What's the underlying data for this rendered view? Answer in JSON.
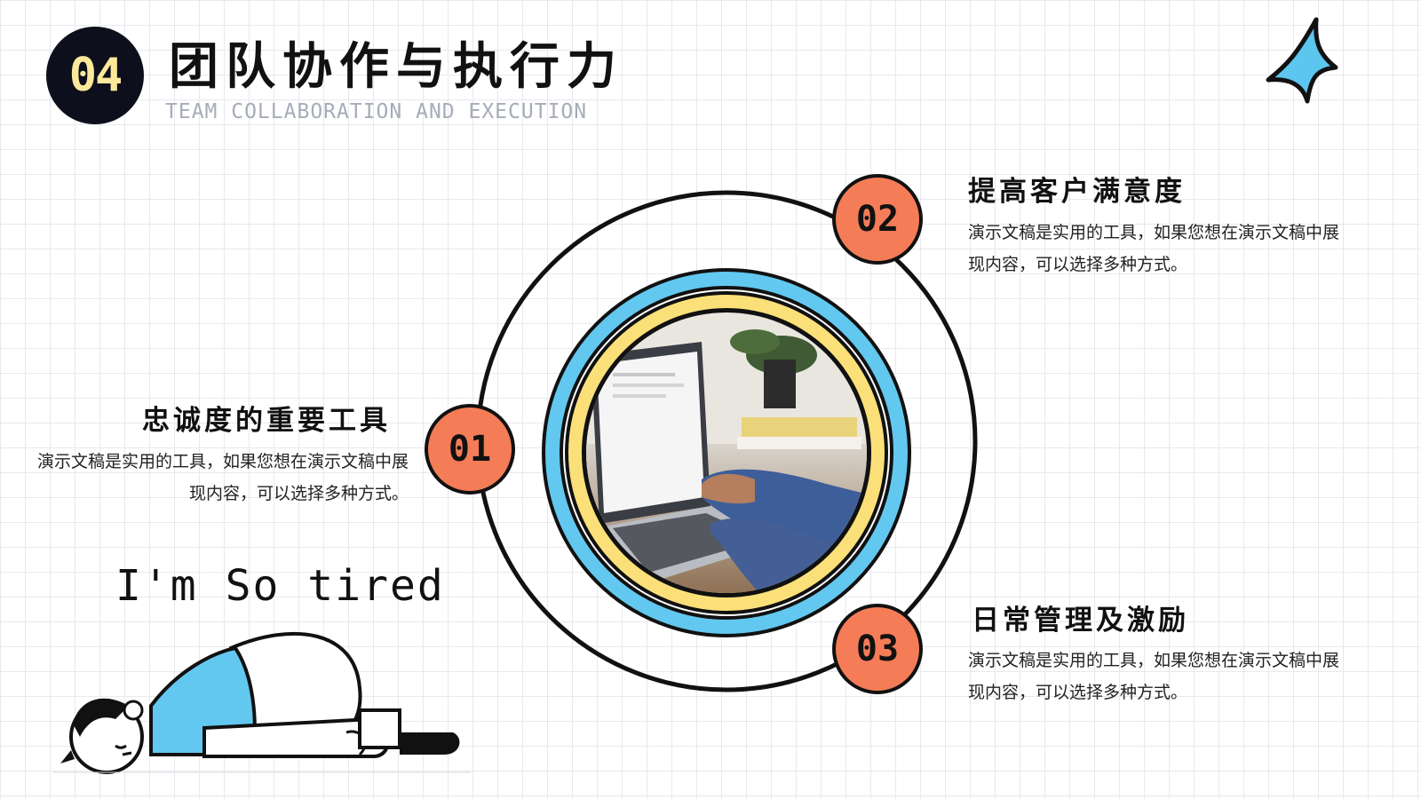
{
  "header": {
    "badge_number": "04",
    "title": "团队协作与执行力",
    "subtitle": "TEAM COLLABORATION AND EXECUTION"
  },
  "points": [
    {
      "number": "01",
      "title": "忠诚度的重要工具",
      "desc": "演示文稿是实用的工具，如果您想在演示文稿中展现内容，可以选择多种方式。"
    },
    {
      "number": "02",
      "title": "提高客户满意度",
      "desc": "演示文稿是实用的工具，如果您想在演示文稿中展现内容，可以选择多种方式。"
    },
    {
      "number": "03",
      "title": "日常管理及激励",
      "desc": "演示文稿是实用的工具，如果您想在演示文稿中展现内容，可以选择多种方式。"
    }
  ],
  "illustration": {
    "caption": "I'm  So tired"
  },
  "icons": {
    "sparkle": "sparkle-icon",
    "photo": "laptop-photo"
  },
  "colors": {
    "accent_orange": "#f47c57",
    "ring_blue": "#62c8ef",
    "ring_yellow": "#fbe07a",
    "badge_dark": "#0d0f1c",
    "badge_text": "#fbe89a"
  }
}
